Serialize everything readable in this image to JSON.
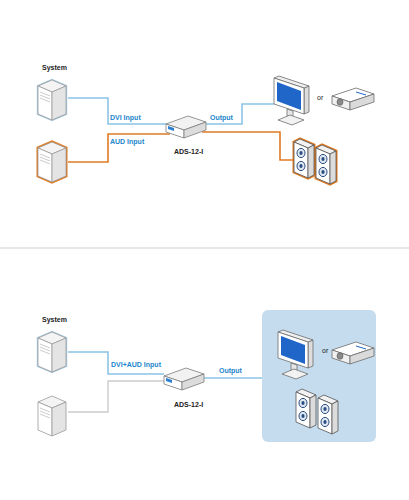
{
  "diagram": {
    "nodes": [
      {
        "text": [
          "System"
        ]
      },
      {
        "text": [
          "ADS-12-I"
        ]
      },
      {
        "text": [
          "System"
        ]
      },
      {
        "text": [
          "ADS-12-I"
        ]
      },
      {
        "text": [
          "or"
        ]
      }
    ],
    "edges": [
      {
        "from": 0,
        "to": 1,
        "arrow": "none",
        "label": "DVI Input"
      },
      {
        "from": 2,
        "to": 3,
        "arrow": "none",
        "label": "DVI+AUD Input"
      },
      {
        "from": 3,
        "to": 4,
        "arrow": "none",
        "label": "Output"
      }
    ],
    "labels": [
      "AUD Input",
      "Output",
      "or"
    ]
  }
}
